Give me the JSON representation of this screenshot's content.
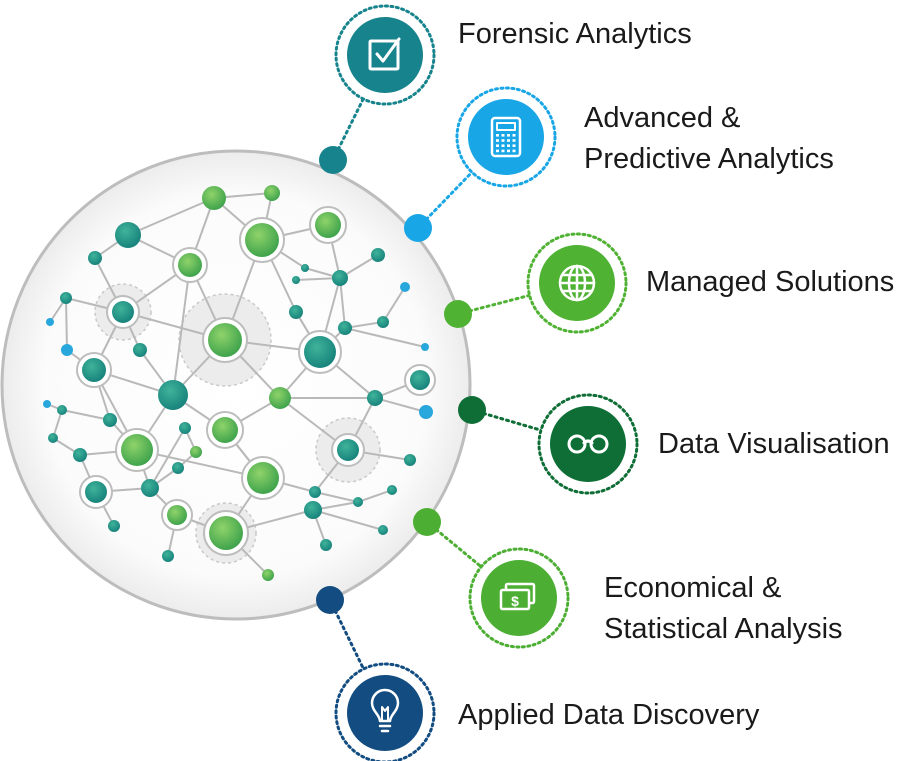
{
  "services": [
    {
      "id": "forensic",
      "lines": [
        "Forensic Analytics"
      ],
      "color": "#17838c",
      "icon": "checkbox-icon"
    },
    {
      "id": "advanced",
      "lines": [
        "Advanced &",
        "Predictive Analytics"
      ],
      "color": "#19a6e6",
      "icon": "calculator-icon"
    },
    {
      "id": "managed",
      "lines": [
        "Managed Solutions"
      ],
      "color": "#4fb233",
      "icon": "globe-icon"
    },
    {
      "id": "dataviz",
      "lines": [
        "Data Visualisation"
      ],
      "color": "#0e6e35",
      "icon": "glasses-icon"
    },
    {
      "id": "economical",
      "lines": [
        "Economical &",
        "Statistical Analysis"
      ],
      "color": "#4cae33",
      "icon": "money-icon"
    },
    {
      "id": "discovery",
      "lines": [
        "Applied Data Discovery"
      ],
      "color": "#124c80",
      "icon": "lightbulb-icon"
    }
  ]
}
